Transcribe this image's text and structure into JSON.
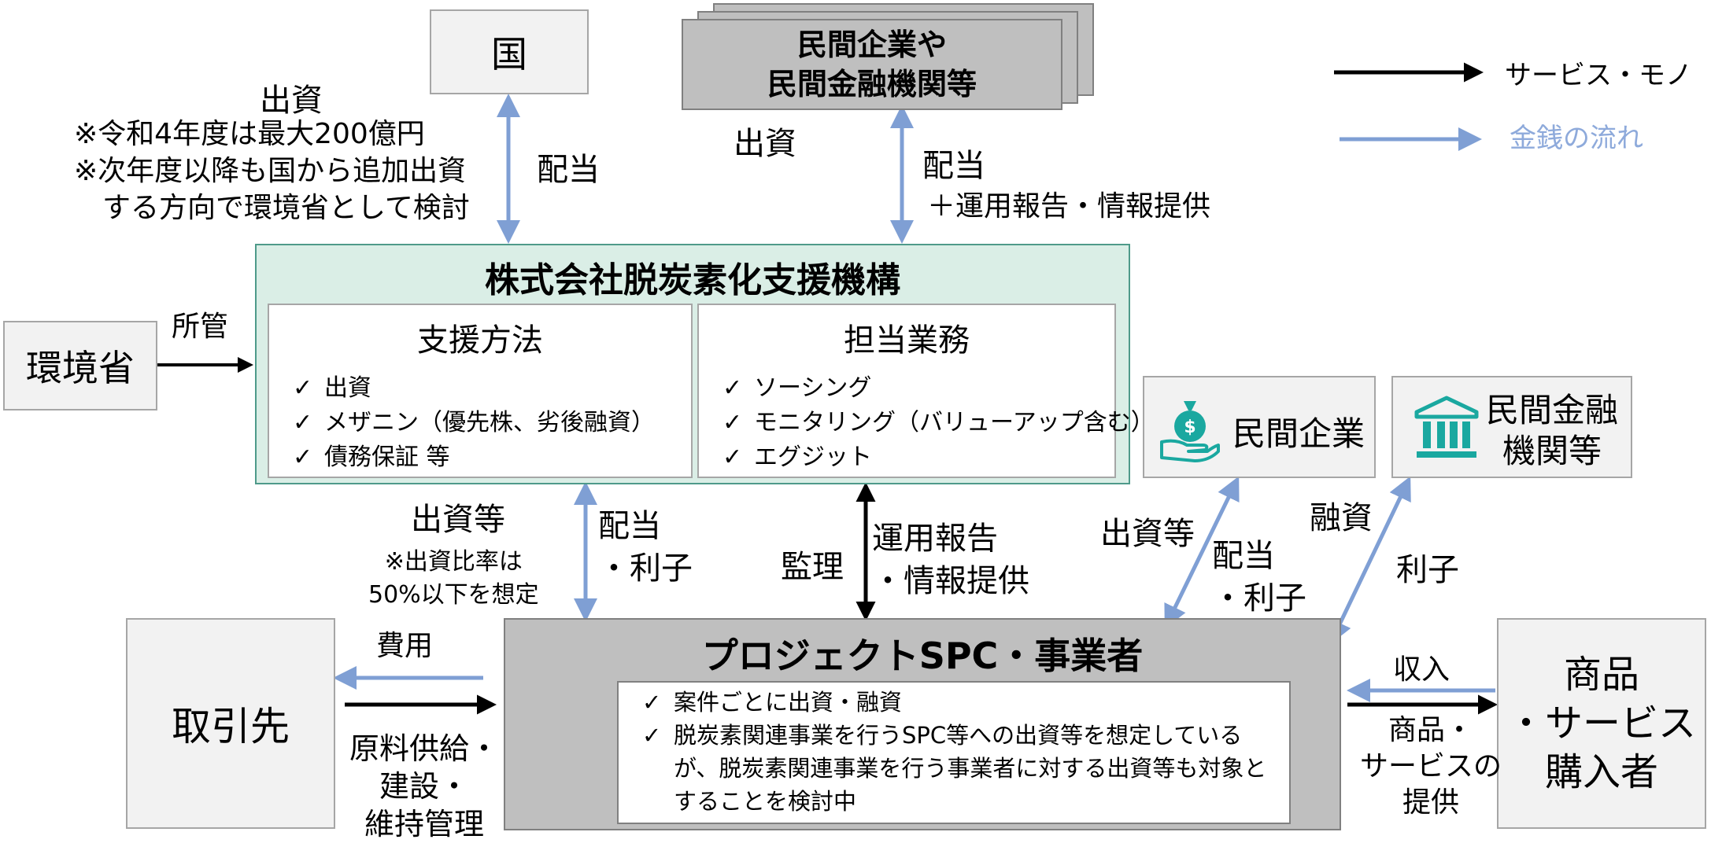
{
  "nodes": {
    "kuni": "国",
    "private_sector": "民間企業や\n民間金融機関等",
    "moe": "環境省",
    "org_title": "株式会社脱炭素化支援機構",
    "support_methods_title": "支援方法",
    "support_methods": [
      "出資",
      "メザニン（優先株、劣後融資）",
      "債務保証 等"
    ],
    "duties_title": "担当業務",
    "duties": [
      "ソーシング",
      "モニタリング（バリューアップ含む）",
      "エグジット"
    ],
    "private_company": "民間企業",
    "private_finance": "民間金融\n機関等",
    "spc_title": "プロジェクトSPC・事業者",
    "spc_items": [
      "案件ごとに出資・融資",
      "脱炭素関連事業を行うSPC等への出資等を想定しているが、脱炭素関連事業を行う事業者に対する出資等も対象とすることを検討中"
    ],
    "partner": "取引先",
    "buyer": "商品\n・サービス\n購入者"
  },
  "labels": {
    "investment": "出資",
    "investment_note": "※令和4年度は最大200億円\n※次年度以降も国から追加出資\n　する方向で環境省として検討",
    "dividend_kuni": "配当",
    "investment_private": "出資",
    "dividend_private": "配当",
    "report_private": "＋運用報告・情報提供",
    "jurisdiction": "所管",
    "investment_etc": "出資等",
    "investment_ratio_note": "※出資比率は\n50%以下を想定",
    "dividend_interest": "配当\n・利子",
    "supervision": "監理",
    "operation_report": "運用報告\n・情報提供",
    "investment_etc_right": "出資等",
    "dividend_interest_right": "配当\n・利子",
    "loan": "融資",
    "interest": "利子",
    "expense": "費用",
    "supply": "原料供給・\n建設・\n維持管理",
    "income": "収入",
    "goods_provision": "商品・\nサービスの\n提供"
  },
  "legend": {
    "items": [
      {
        "label": "サービス・モノ",
        "color": "#000000"
      },
      {
        "label": "金銭の流れ",
        "color": "#8eaadb"
      }
    ]
  },
  "colors": {
    "money": "#7f9fd4",
    "service": "#000000",
    "org_fill": "#daeee6",
    "org_border": "#4e9a8a",
    "icon_teal": "#1aa8a0"
  },
  "icons": [
    "money-bag-hand-icon",
    "bank-building-icon"
  ]
}
